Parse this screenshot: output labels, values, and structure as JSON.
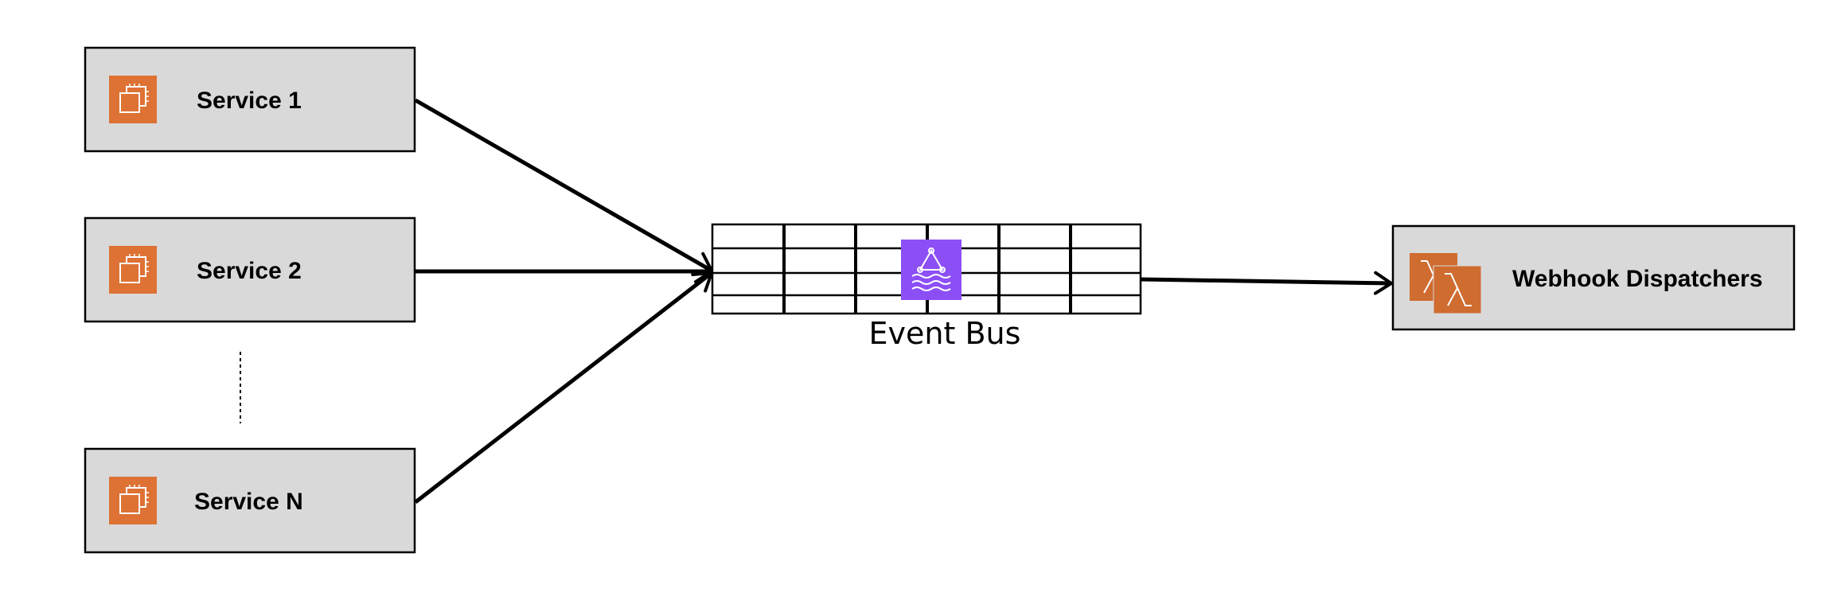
{
  "colors": {
    "node_fill": "#d9d9d9",
    "node_stroke": "#000000",
    "ec2_orange": "#dd7234",
    "lambda_orange": "#cf6c2f",
    "kafka_purple": "#8c4ff6",
    "edge": "#000000"
  },
  "nodes": [
    {
      "id": "service-1",
      "label": "Service 1",
      "icon": "ec2-instances-icon"
    },
    {
      "id": "service-2",
      "label": "Service 2",
      "icon": "ec2-instances-icon"
    },
    {
      "id": "service-n",
      "label": "Service N",
      "icon": "ec2-instances-icon"
    }
  ],
  "bus": {
    "label": "Event Bus",
    "icon": "kafka-icon"
  },
  "dispatcher": {
    "label": "Webhook Dispatchers",
    "icon": "lambda-icon"
  },
  "edges": [
    {
      "from": "Service 1",
      "to": "Event Bus"
    },
    {
      "from": "Service 2",
      "to": "Event Bus"
    },
    {
      "from": "Service N",
      "to": "Event Bus"
    },
    {
      "from": "Event Bus",
      "to": "Webhook Dispatchers"
    }
  ]
}
